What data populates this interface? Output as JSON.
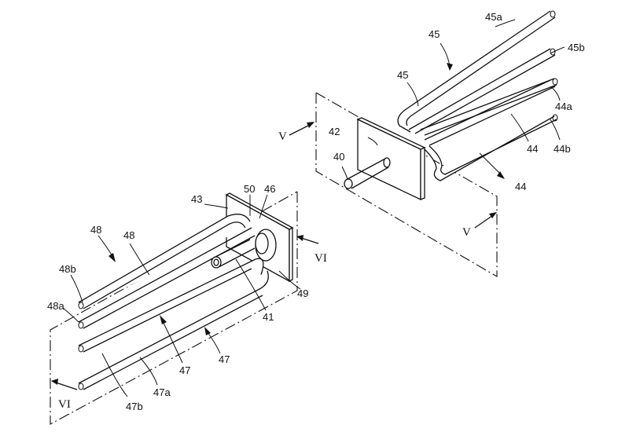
{
  "labels": {
    "l45a": "45a",
    "l45": "45",
    "l45b": "45b",
    "l45_inner": "45",
    "l44a": "44a",
    "l42": "42",
    "l40": "40",
    "l44_mid": "44",
    "l44b": "44b",
    "l44_low": "44",
    "l43": "43",
    "l50": "50",
    "l46": "46",
    "l48_left": "48",
    "l48_mid": "48",
    "l48b": "48b",
    "l48a": "48a",
    "l49": "49",
    "l41": "41",
    "l47_mid": "47",
    "l47_right": "47",
    "l47a": "47a",
    "l47b": "47b"
  },
  "section_marks": {
    "v_top": "V",
    "v_bottom": "V",
    "vi_right": "VI",
    "vi_left": "VI"
  }
}
